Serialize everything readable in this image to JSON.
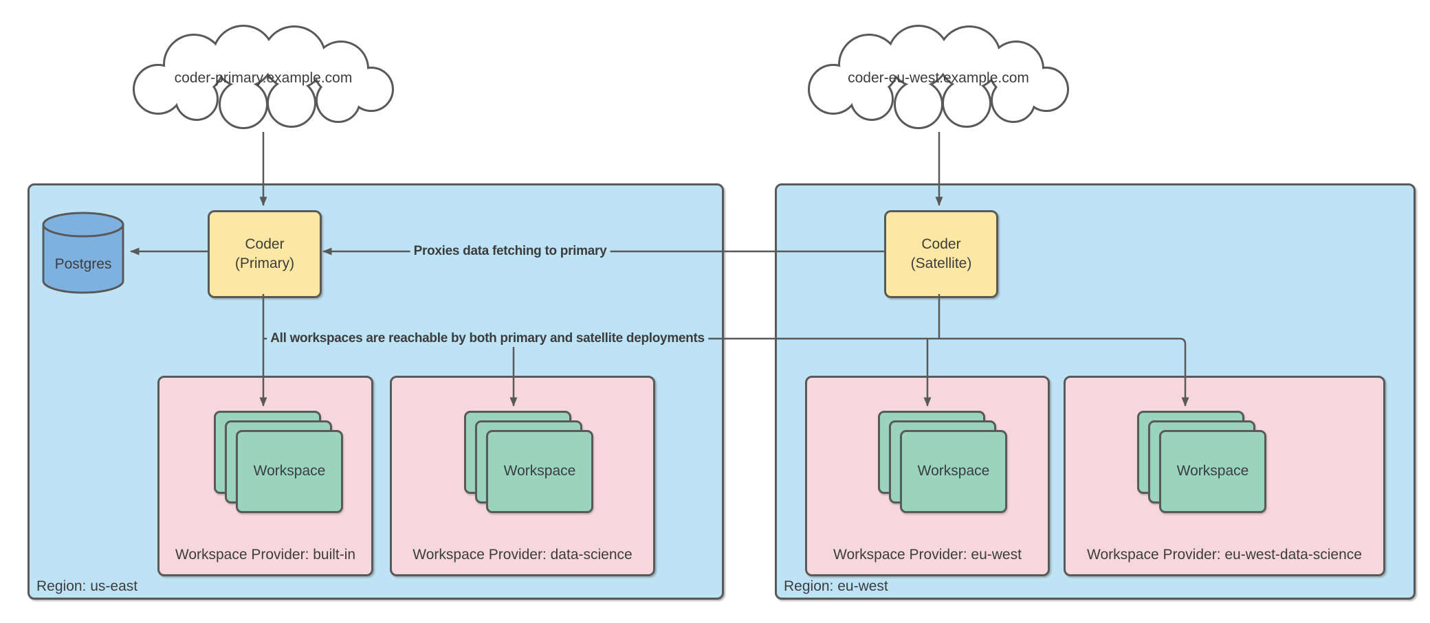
{
  "diagram": {
    "clouds": [
      {
        "label": "coder-primary.example.com"
      },
      {
        "label": "coder-eu-west.example.com"
      }
    ],
    "regions": [
      {
        "label": "Region: us-east",
        "database": {
          "label": "Postgres"
        },
        "coder": {
          "label": "Coder\n(Primary)"
        },
        "providers": [
          {
            "label": "Workspace Provider: built-in",
            "workspace_label": "Workspace"
          },
          {
            "label": "Workspace Provider: data-science",
            "workspace_label": "Workspace"
          }
        ]
      },
      {
        "label": "Region: eu-west",
        "coder": {
          "label": "Coder\n(Satellite)"
        },
        "providers": [
          {
            "label": "Workspace Provider: eu-west",
            "workspace_label": "Workspace"
          },
          {
            "label": "Workspace Provider: eu-west-data-science",
            "workspace_label": "Workspace"
          }
        ]
      }
    ],
    "edges": {
      "proxy_label": "Proxies data fetching to primary",
      "reachable_label": "All workspaces are reachable by both primary and satellite deployments"
    },
    "colors": {
      "region_fill": "#bee3f5",
      "provider_fill": "#f7d7de",
      "workspace_fill": "#9ad3be",
      "coder_fill": "#fce8a4",
      "database_fill": "#7eb1e0",
      "stroke": "#595959",
      "text": "#3c3c3c"
    }
  }
}
